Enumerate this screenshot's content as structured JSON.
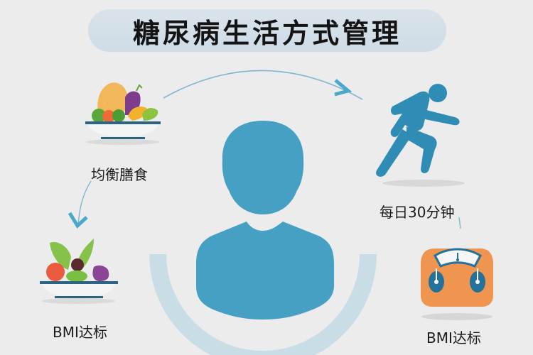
{
  "title": "糖尿病生活方式管理",
  "nodes": [
    {
      "id": "diet",
      "label": "均衡膳食",
      "icon": "food-bowl-icon"
    },
    {
      "id": "exercise",
      "label": "每日30分钟",
      "icon": "running-person-icon"
    },
    {
      "id": "bmi_left",
      "label": "BMI达标",
      "icon": "vegetable-bowl-icon"
    },
    {
      "id": "bmi_right",
      "label": "BMI达标",
      "icon": "weighing-scale-icon"
    }
  ],
  "center": {
    "icon": "person-avatar-icon"
  },
  "colors": {
    "background": "#ececec",
    "title_pill": "#d4dfe8",
    "primary_blue": "#46a0c4",
    "runner_blue": "#2f8cb5",
    "arc_light": "#c9dde7",
    "scale_orange": "#ef9550",
    "scale_blue": "#23729b",
    "arrow_blue": "#4aa8cc",
    "text": "#1a1a1a"
  }
}
